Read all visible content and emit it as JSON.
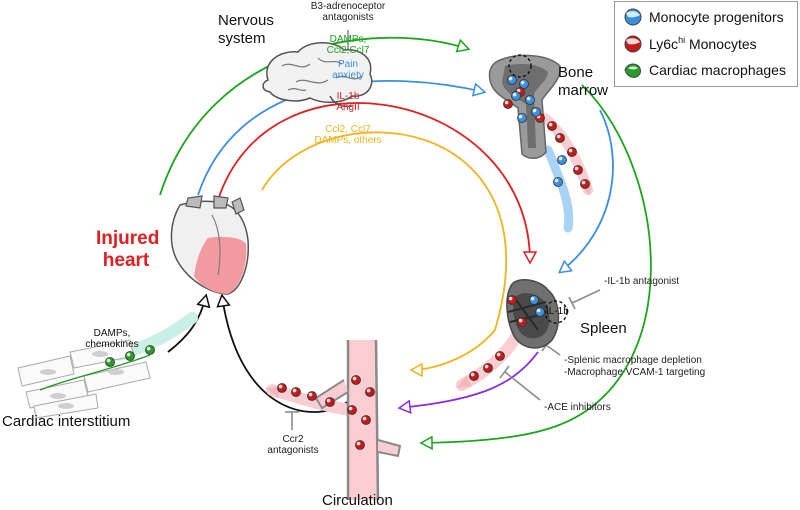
{
  "legend": {
    "items": [
      {
        "icon": "monocyte-progenitor-cell-icon",
        "color": "#3a8fe0",
        "label": "Monocyte progenitors"
      },
      {
        "icon": "ly6c-monocyte-cell-icon",
        "color": "#c41a1a",
        "label_main": "Ly6c",
        "label_sup": "hi",
        "label_rest": " Monocytes"
      },
      {
        "icon": "cardiac-macrophage-cell-icon",
        "color": "#2a9a2a",
        "label": "Cardiac macrophages"
      }
    ]
  },
  "nodes": {
    "nervous_system": "Nervous\nsystem",
    "bone_marrow": "Bone\nmarrow",
    "injured_heart": "Injured\nheart",
    "spleen": "Spleen",
    "circulation": "Circulation",
    "cardiac_interstitium": "Cardiac interstitium"
  },
  "signals": {
    "green": "DAMPs,\nCcl2,Ccl7",
    "blue": "Pain\nanxiety",
    "red": "IL-1b\nAngII",
    "orange": "Ccl2, Ccl7\nDAMPs, others",
    "interstitium": "DAMPs,\nchemokines",
    "spleen_il1b": "IL-1b"
  },
  "inhibitors": {
    "b3": "B3-adrenoceptor\nantagonists",
    "il1b_antagonist": "-IL-1b antagonist",
    "splenic": "-Splenic macrophage depletion\n-Macrophage VCAM-1 targeting",
    "ace": "-ACE inhibitors",
    "ccr2": "Ccr2\nantagonists"
  },
  "colors": {
    "green": "#1aa51a",
    "blue": "#3a8fe0",
    "red": "#e01e1e",
    "orange": "#f0b41e",
    "purple": "#8a2be2",
    "black": "#111111",
    "heart_title": "#e02020",
    "inhibitor": "#8c8c8c"
  }
}
